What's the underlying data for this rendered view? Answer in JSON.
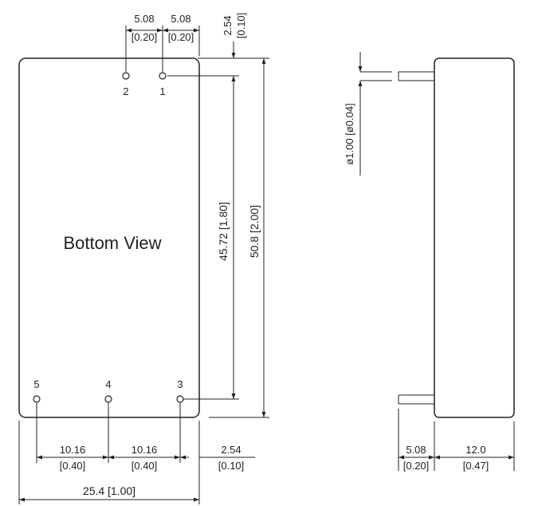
{
  "title": "Bottom View",
  "pins": [
    {
      "label": "2"
    },
    {
      "label": "1"
    },
    {
      "label": "5"
    },
    {
      "label": "4"
    },
    {
      "label": "3"
    }
  ],
  "dims": {
    "top_pitch_a": {
      "mm": "5.08",
      "in": "[0.20]"
    },
    "top_pitch_b": {
      "mm": "5.08",
      "in": "[0.20]"
    },
    "top_offset": {
      "mm": "2.54",
      "in": "[0.10]"
    },
    "pin_span_vertical": "45.72 [1.80]",
    "body_length": "50.8 [2.00]",
    "pin_diameter": "ø1.00 [ø0.04]",
    "bottom_pitch_a": {
      "mm": "10.16",
      "in": "[0.40]"
    },
    "bottom_pitch_b": {
      "mm": "10.16",
      "in": "[0.40]"
    },
    "bottom_offset": {
      "mm": "2.54",
      "in": "[0.10]"
    },
    "body_width": "25.4 [1.00]",
    "pin_length": {
      "mm": "5.08",
      "in": "[0.20]"
    },
    "body_height": {
      "mm": "12.0",
      "in": "[0.47]"
    }
  }
}
